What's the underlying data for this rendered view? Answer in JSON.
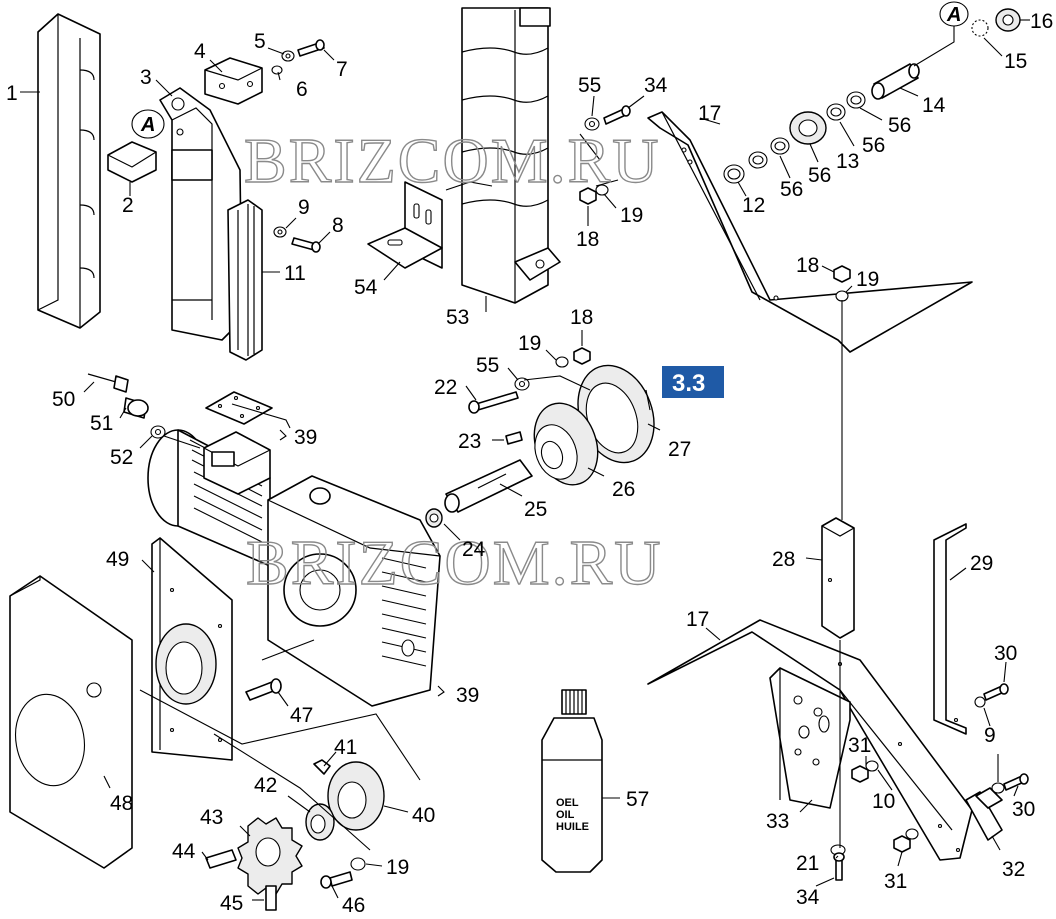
{
  "watermark": "BRIZCOM.RU",
  "section_badge": {
    "text": "3.3",
    "color": "#1f5aa6"
  },
  "detail_marker": "A",
  "bottle_label": [
    "OEL",
    "OIL",
    "HUILE"
  ],
  "labels": {
    "p1": "1",
    "p2": "2",
    "p3": "3",
    "p4": "4",
    "p5": "5",
    "p6": "6",
    "p7": "7",
    "p8": "8",
    "p9a": "9",
    "p11": "11",
    "p12": "12",
    "p13": "13",
    "p14": "14",
    "p15": "15",
    "p16": "16",
    "p17a": "17",
    "p17b": "17",
    "p18a": "18",
    "p18b": "18",
    "p18c": "18",
    "p19a": "19",
    "p19b": "19",
    "p19c": "19",
    "p19d": "19",
    "p55a": "55",
    "p55b": "55",
    "p34a": "34",
    "p34b": "34",
    "p56a": "56",
    "p56b": "56",
    "p56c": "56",
    "p54": "54",
    "p53": "53",
    "p50": "50",
    "p51": "51",
    "p52": "52",
    "p39a": "39",
    "p39b": "39",
    "p22": "22",
    "p23": "23",
    "p25": "25",
    "p26": "26",
    "p27": "27",
    "p24": "24",
    "p49": "49",
    "p48": "48",
    "p47": "47",
    "p28": "28",
    "p29": "29",
    "p30a": "30",
    "p30b": "30",
    "p9b": "9",
    "p10": "10",
    "p31a": "31",
    "p31b": "31",
    "p33": "33",
    "p32": "32",
    "p21": "21",
    "p57": "57",
    "p41": "41",
    "p42": "42",
    "p40": "40",
    "p43": "43",
    "p44": "44",
    "p45": "45",
    "p46": "46"
  }
}
